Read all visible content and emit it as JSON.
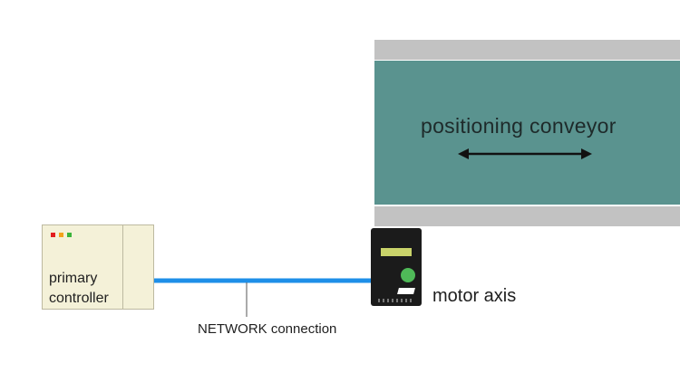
{
  "conveyor": {
    "label": "positioning conveyor",
    "belt_color": "#5a938f",
    "rail_color": "#c2c2c2"
  },
  "controller": {
    "label_line1": "primary",
    "label_line2": "controller",
    "led_colors": [
      "#e21e1e",
      "#f2a21c",
      "#3bb43b"
    ]
  },
  "network": {
    "label": "NETWORK connection",
    "line_color": "#1e8fe8"
  },
  "motor": {
    "label": "motor axis"
  },
  "icons": [
    "double-arrow-icon",
    "drive-icon"
  ]
}
